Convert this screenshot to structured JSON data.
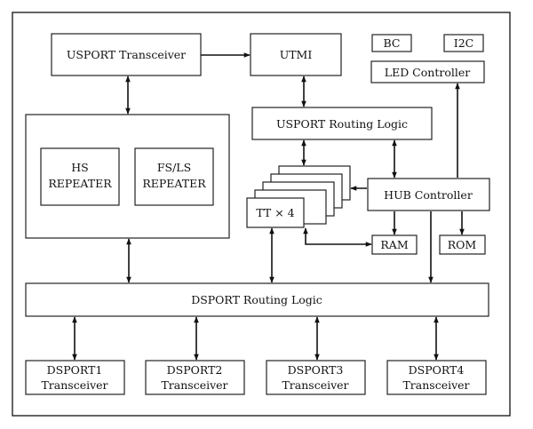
{
  "blocks": {
    "usport_transceiver": "USPORT Transceiver",
    "utmi": "UTMI",
    "bc": "BC",
    "i2c": "I2C",
    "led_controller": "LED Controller",
    "usport_routing_logic": "USPORT Routing Logic",
    "hs_repeater": [
      "HS",
      "REPEATER"
    ],
    "fsls_repeater": [
      "FS/LS",
      "REPEATER"
    ],
    "tt": "TT × 4",
    "hub_controller": "HUB Controller",
    "ram": "RAM",
    "rom": "ROM",
    "dsport_routing_logic": "DSPORT Routing Logic",
    "dsports": [
      [
        "DSPORT1",
        "Transceiver"
      ],
      [
        "DSPORT2",
        "Transceiver"
      ],
      [
        "DSPORT3",
        "Transceiver"
      ],
      [
        "DSPORT4",
        "Transceiver"
      ]
    ]
  }
}
